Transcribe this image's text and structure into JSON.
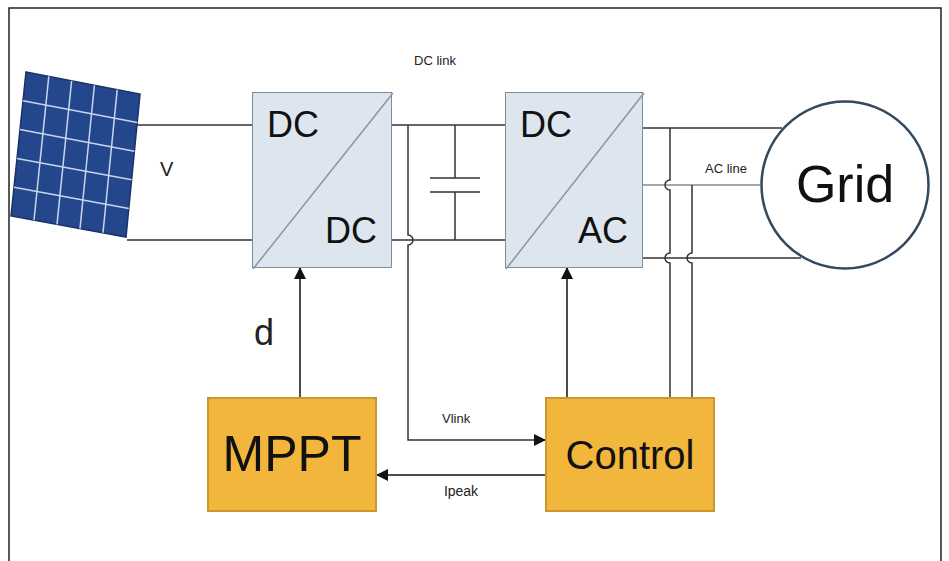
{
  "diagram": {
    "nodes": [
      {
        "text": [
          "DC",
          "DC"
        ]
      },
      {
        "text": [
          "DC",
          "AC"
        ]
      },
      {
        "text": [
          "Grid"
        ]
      },
      {
        "text": [
          "MPPT"
        ]
      },
      {
        "text": [
          "Control"
        ]
      }
    ],
    "edges": [
      {
        "from": 3,
        "to": 0,
        "arrow": "to",
        "label": "d"
      },
      {
        "from": 4,
        "to": 1,
        "arrow": "to"
      },
      {
        "from": 4,
        "to": 3,
        "arrow": "to",
        "label": "Ipeak"
      }
    ],
    "labels": [
      "V",
      "DC link",
      "AC line",
      "Vlink"
    ]
  }
}
